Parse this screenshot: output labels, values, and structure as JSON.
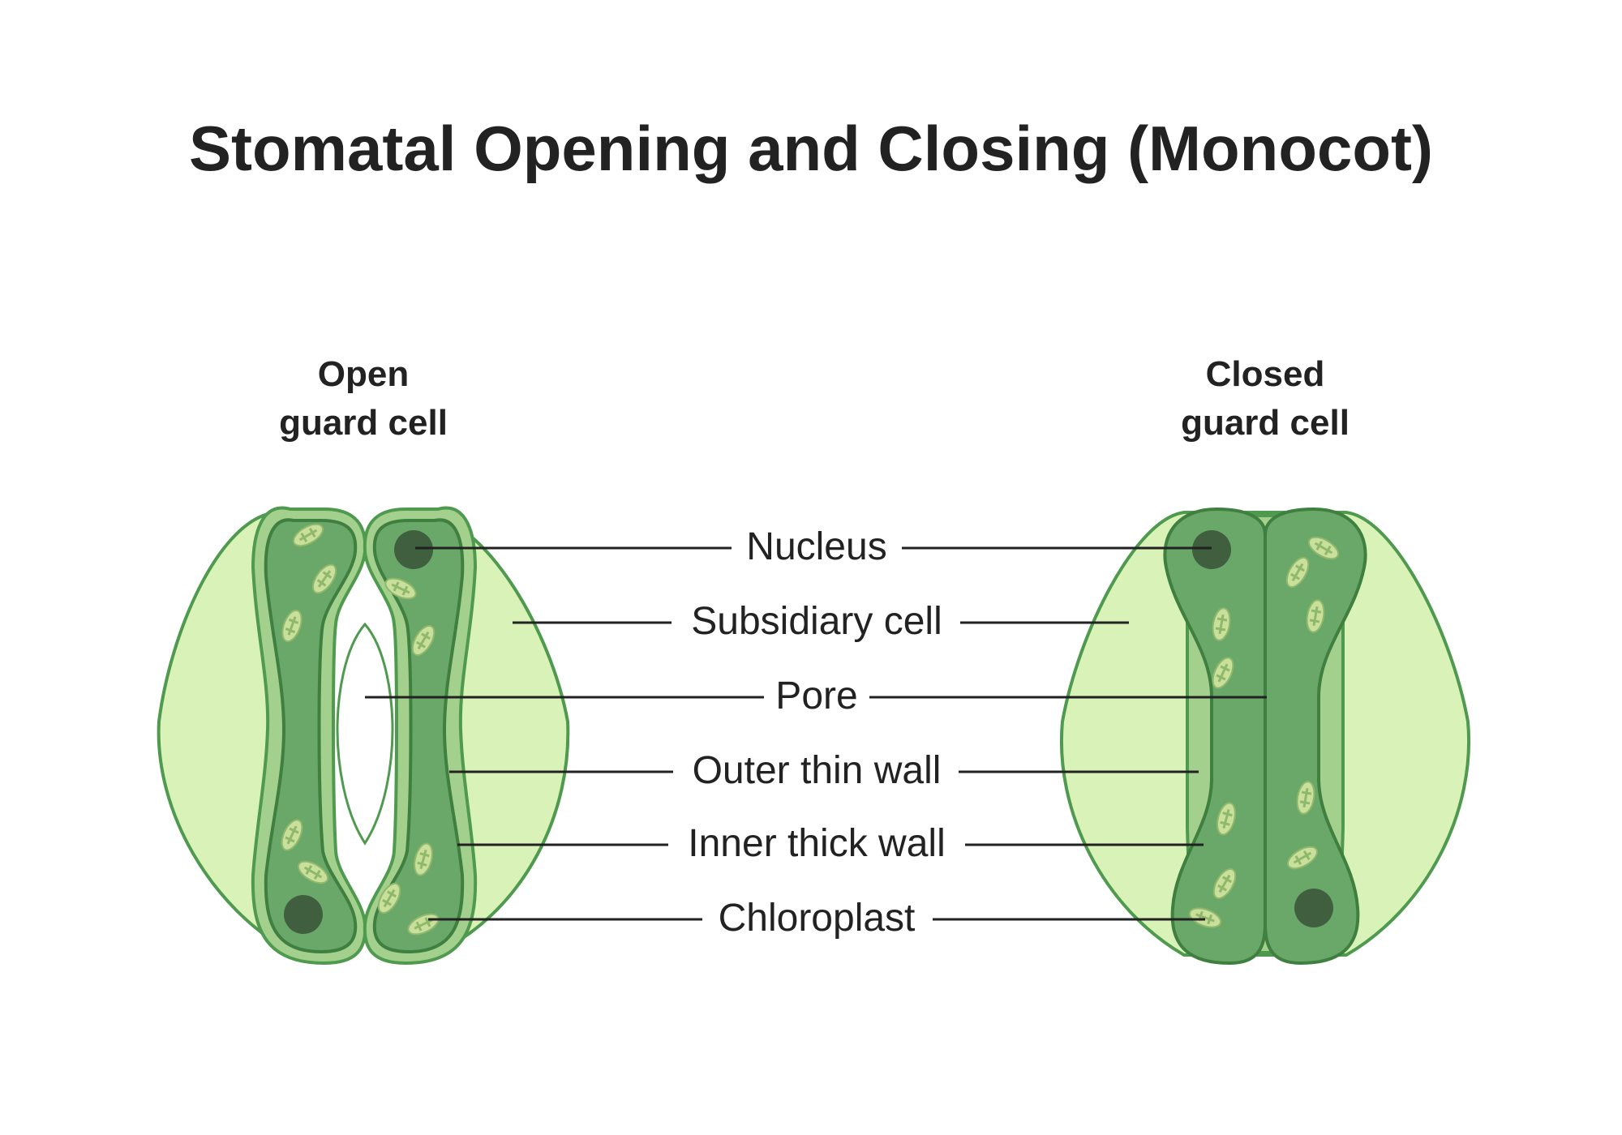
{
  "title": "Stomatal Opening and Closing (Monocot)",
  "panels": {
    "open": {
      "line1": "Open",
      "line2": "guard cell"
    },
    "closed": {
      "line1": "Closed",
      "line2": "guard cell"
    }
  },
  "labels": [
    "Nucleus",
    "Subsidiary cell",
    "Pore",
    "Outer thin wall",
    "Inner thick wall",
    "Chloroplast"
  ],
  "colors": {
    "subsidiary": "#d9f2b8",
    "outline": "#4f9a4f",
    "thin_wall": "#a4d08d",
    "guard_body": "#6aa86a",
    "nucleus": "#3f5f3f",
    "chloroplast": "#c9df9c",
    "text": "#222222"
  }
}
